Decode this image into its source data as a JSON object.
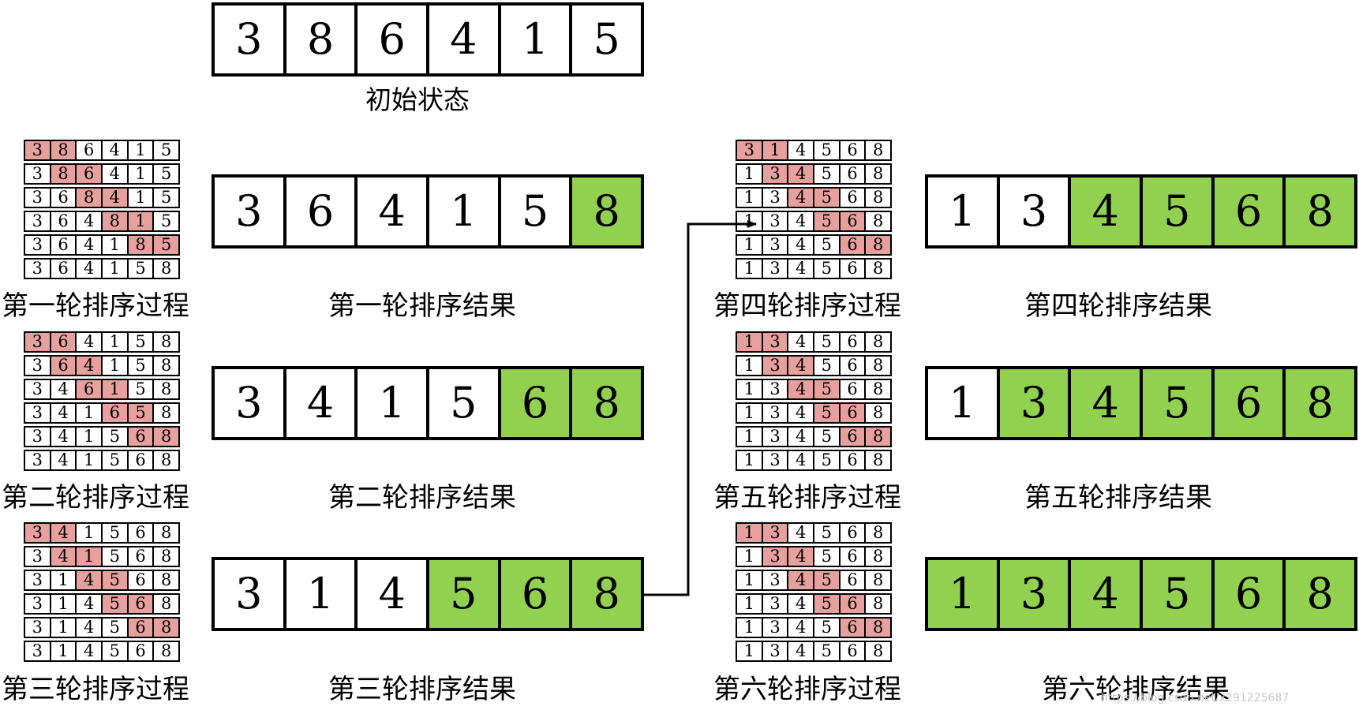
{
  "initial": {
    "cells": [
      "3",
      "8",
      "6",
      "4",
      "1",
      "5"
    ],
    "caption": "初始状态"
  },
  "rounds": [
    {
      "process_caption": "第一轮排序过程",
      "result_caption": "第一轮排序结果",
      "process": [
        {
          "cells": [
            "3",
            "8",
            "6",
            "4",
            "1",
            "5"
          ],
          "hl": [
            0,
            1
          ]
        },
        {
          "cells": [
            "3",
            "8",
            "6",
            "4",
            "1",
            "5"
          ],
          "hl": [
            1,
            2
          ]
        },
        {
          "cells": [
            "3",
            "6",
            "8",
            "4",
            "1",
            "5"
          ],
          "hl": [
            2,
            3
          ]
        },
        {
          "cells": [
            "3",
            "6",
            "4",
            "8",
            "1",
            "5"
          ],
          "hl": [
            3,
            4
          ]
        },
        {
          "cells": [
            "3",
            "6",
            "4",
            "1",
            "8",
            "5"
          ],
          "hl": [
            4,
            5
          ]
        },
        {
          "cells": [
            "3",
            "6",
            "4",
            "1",
            "5",
            "8"
          ],
          "hl": []
        }
      ],
      "result": {
        "cells": [
          "3",
          "6",
          "4",
          "1",
          "5",
          "8"
        ],
        "done": [
          5
        ]
      }
    },
    {
      "process_caption": "第二轮排序过程",
      "result_caption": "第二轮排序结果",
      "process": [
        {
          "cells": [
            "3",
            "6",
            "4",
            "1",
            "5",
            "8"
          ],
          "hl": [
            0,
            1
          ]
        },
        {
          "cells": [
            "3",
            "6",
            "4",
            "1",
            "5",
            "8"
          ],
          "hl": [
            1,
            2
          ]
        },
        {
          "cells": [
            "3",
            "4",
            "6",
            "1",
            "5",
            "8"
          ],
          "hl": [
            2,
            3
          ]
        },
        {
          "cells": [
            "3",
            "4",
            "1",
            "6",
            "5",
            "8"
          ],
          "hl": [
            3,
            4
          ]
        },
        {
          "cells": [
            "3",
            "4",
            "1",
            "5",
            "6",
            "8"
          ],
          "hl": [
            4,
            5
          ]
        },
        {
          "cells": [
            "3",
            "4",
            "1",
            "5",
            "6",
            "8"
          ],
          "hl": []
        }
      ],
      "result": {
        "cells": [
          "3",
          "4",
          "1",
          "5",
          "6",
          "8"
        ],
        "done": [
          4,
          5
        ]
      }
    },
    {
      "process_caption": "第三轮排序过程",
      "result_caption": "第三轮排序结果",
      "process": [
        {
          "cells": [
            "3",
            "4",
            "1",
            "5",
            "6",
            "8"
          ],
          "hl": [
            0,
            1
          ]
        },
        {
          "cells": [
            "3",
            "4",
            "1",
            "5",
            "6",
            "8"
          ],
          "hl": [
            1,
            2
          ]
        },
        {
          "cells": [
            "3",
            "1",
            "4",
            "5",
            "6",
            "8"
          ],
          "hl": [
            2,
            3
          ]
        },
        {
          "cells": [
            "3",
            "1",
            "4",
            "5",
            "6",
            "8"
          ],
          "hl": [
            3,
            4
          ]
        },
        {
          "cells": [
            "3",
            "1",
            "4",
            "5",
            "6",
            "8"
          ],
          "hl": [
            4,
            5
          ]
        },
        {
          "cells": [
            "3",
            "1",
            "4",
            "5",
            "6",
            "8"
          ],
          "hl": []
        }
      ],
      "result": {
        "cells": [
          "3",
          "1",
          "4",
          "5",
          "6",
          "8"
        ],
        "done": [
          3,
          4,
          5
        ]
      }
    },
    {
      "process_caption": "第四轮排序过程",
      "result_caption": "第四轮排序结果",
      "process": [
        {
          "cells": [
            "3",
            "1",
            "4",
            "5",
            "6",
            "8"
          ],
          "hl": [
            0,
            1
          ]
        },
        {
          "cells": [
            "1",
            "3",
            "4",
            "5",
            "6",
            "8"
          ],
          "hl": [
            1,
            2
          ]
        },
        {
          "cells": [
            "1",
            "3",
            "4",
            "5",
            "6",
            "8"
          ],
          "hl": [
            2,
            3
          ]
        },
        {
          "cells": [
            "1",
            "3",
            "4",
            "5",
            "6",
            "8"
          ],
          "hl": [
            3,
            4
          ]
        },
        {
          "cells": [
            "1",
            "3",
            "4",
            "5",
            "6",
            "8"
          ],
          "hl": [
            4,
            5
          ]
        },
        {
          "cells": [
            "1",
            "3",
            "4",
            "5",
            "6",
            "8"
          ],
          "hl": []
        }
      ],
      "result": {
        "cells": [
          "1",
          "3",
          "4",
          "5",
          "6",
          "8"
        ],
        "done": [
          2,
          3,
          4,
          5
        ]
      }
    },
    {
      "process_caption": "第五轮排序过程",
      "result_caption": "第五轮排序结果",
      "process": [
        {
          "cells": [
            "1",
            "3",
            "4",
            "5",
            "6",
            "8"
          ],
          "hl": [
            0,
            1
          ]
        },
        {
          "cells": [
            "1",
            "3",
            "4",
            "5",
            "6",
            "8"
          ],
          "hl": [
            1,
            2
          ]
        },
        {
          "cells": [
            "1",
            "3",
            "4",
            "5",
            "6",
            "8"
          ],
          "hl": [
            2,
            3
          ]
        },
        {
          "cells": [
            "1",
            "3",
            "4",
            "5",
            "6",
            "8"
          ],
          "hl": [
            3,
            4
          ]
        },
        {
          "cells": [
            "1",
            "3",
            "4",
            "5",
            "6",
            "8"
          ],
          "hl": [
            4,
            5
          ]
        },
        {
          "cells": [
            "1",
            "3",
            "4",
            "5",
            "6",
            "8"
          ],
          "hl": []
        }
      ],
      "result": {
        "cells": [
          "1",
          "3",
          "4",
          "5",
          "6",
          "8"
        ],
        "done": [
          1,
          2,
          3,
          4,
          5
        ]
      }
    },
    {
      "process_caption": "第六轮排序过程",
      "result_caption": "第六轮排序结果",
      "process": [
        {
          "cells": [
            "1",
            "3",
            "4",
            "5",
            "6",
            "8"
          ],
          "hl": [
            0,
            1
          ]
        },
        {
          "cells": [
            "1",
            "3",
            "4",
            "5",
            "6",
            "8"
          ],
          "hl": [
            1,
            2
          ]
        },
        {
          "cells": [
            "1",
            "3",
            "4",
            "5",
            "6",
            "8"
          ],
          "hl": [
            2,
            3
          ]
        },
        {
          "cells": [
            "1",
            "3",
            "4",
            "5",
            "6",
            "8"
          ],
          "hl": [
            3,
            4
          ]
        },
        {
          "cells": [
            "1",
            "3",
            "4",
            "5",
            "6",
            "8"
          ],
          "hl": [
            4,
            5
          ]
        },
        {
          "cells": [
            "1",
            "3",
            "4",
            "5",
            "6",
            "8"
          ],
          "hl": []
        }
      ],
      "result": {
        "cells": [
          "1",
          "3",
          "4",
          "5",
          "6",
          "8"
        ],
        "done": [
          0,
          1,
          2,
          3,
          4,
          5
        ]
      }
    }
  ],
  "colors": {
    "highlight": "#e6a09e",
    "done": "#92d050"
  },
  "watermark": "https://blog.csdn.net/x291225687"
}
